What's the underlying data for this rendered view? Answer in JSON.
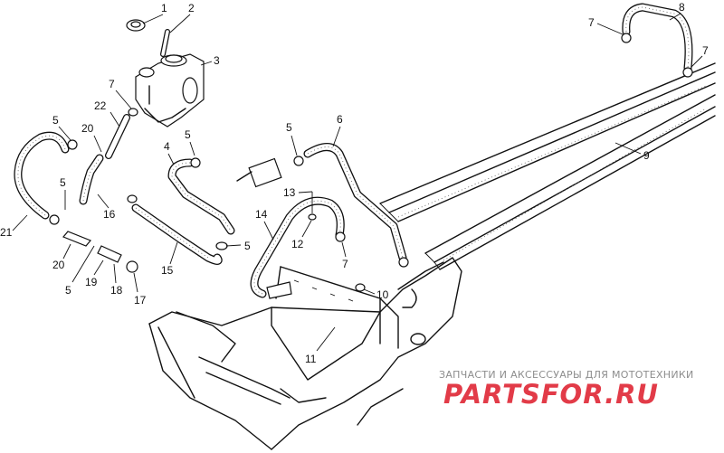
{
  "callouts": [
    {
      "label": "1"
    },
    {
      "label": "2"
    },
    {
      "label": "3"
    },
    {
      "label": "7"
    },
    {
      "label": "22"
    },
    {
      "label": "5"
    },
    {
      "label": "20"
    },
    {
      "label": "21"
    },
    {
      "label": "5"
    },
    {
      "label": "16"
    },
    {
      "label": "20"
    },
    {
      "label": "5"
    },
    {
      "label": "19"
    },
    {
      "label": "18"
    },
    {
      "label": "17"
    },
    {
      "label": "4"
    },
    {
      "label": "5"
    },
    {
      "label": "15"
    },
    {
      "label": "5"
    },
    {
      "label": "5"
    },
    {
      "label": "6"
    },
    {
      "label": "13"
    },
    {
      "label": "14"
    },
    {
      "label": "12"
    },
    {
      "label": "7"
    },
    {
      "label": "10"
    },
    {
      "label": "11"
    },
    {
      "label": "7"
    },
    {
      "label": "8"
    },
    {
      "label": "7"
    },
    {
      "label": "9"
    }
  ],
  "watermark": {
    "subtitle": "ЗАПЧАСТИ И АКСЕССУАРЫ ДЛЯ МОТОТЕХНИКИ",
    "brand": "PARTSFOR.RU",
    "brand_color": "#e23b48",
    "subtitle_color": "#8d8d8d"
  }
}
